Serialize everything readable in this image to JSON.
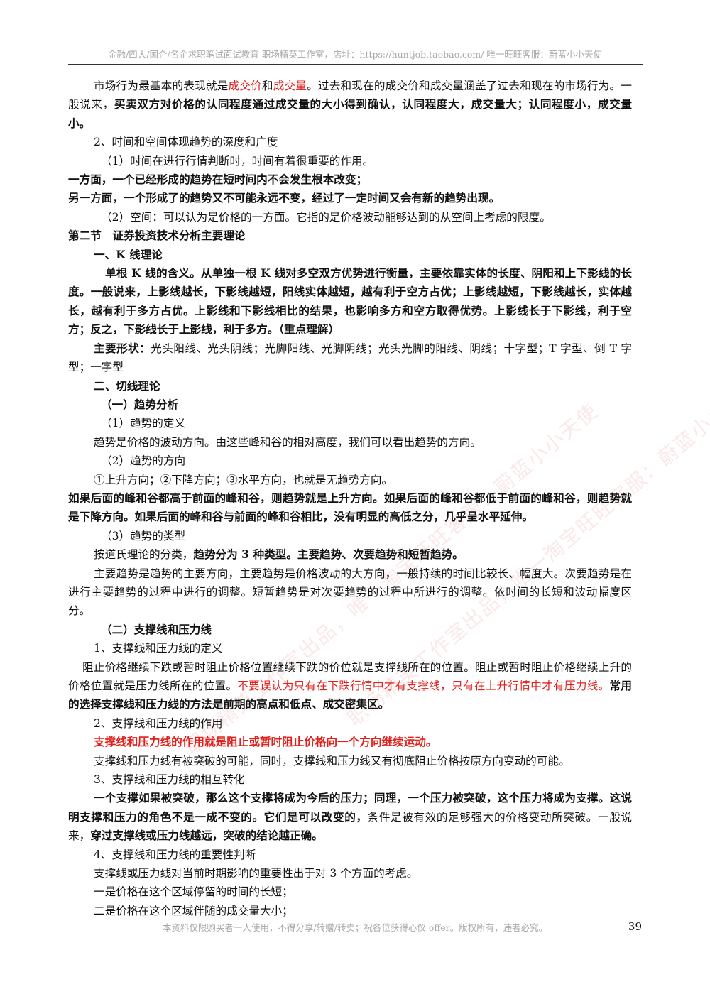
{
  "header": {
    "text": "金融/四大/国企/名企求职笔试面试教育-职场精英工作室，店址：https://huntjob.taobao.com/  唯一旺旺客服：蔚蓝小小天使"
  },
  "body": {
    "p1": {
      "a": "市场行为最基本的表现就是",
      "b": "成交价",
      "c": "和",
      "d": "成交量",
      "e": "。过去和现在的成交价和成交量涵盖了过去和现在的市场行为。一般说来，",
      "f": "买卖双方对价格的认同程度通过成交量的大小得到确认，认同程度大，成交量大；认同程度小，成交量小。"
    },
    "p2": "2、时间和空间体现趋势的深度和广度",
    "p3": "（1）时间在进行行情判断时，时间有着很重要的作用。",
    "p4": "一方面，一个已经形成的趋势在短时间内不会发生根本改变；",
    "p5": "另一方面，一个形成了的趋势又不可能永远不变，经过了一定时间又会有新的趋势出现。",
    "p6": "（2）空间：可以认为是价格的一方面。它指的是价格波动能够达到的从空间上考虑的限度。",
    "p7": "第二节　证券投资技术分析主要理论",
    "p8": "一、K 线理论",
    "p9": "单根 K 线的含义。从单独一根 K 线对多空双方优势进行衡量，主要依靠实体的长度、阴阳和上下影线的长度。一般说来，上影线越长，下影线越短，阳线实体越短，越有利于空方占优；上影线越短，下影线越长，实体越长，越有利于多方占优。上影线和下影线相比的结果，也影响多方和空方取得优势。上影线长于下影线，利于空方；反之，下影线长于上影线，利于多方。（重点理解）",
    "p10": {
      "a": "主要形状：",
      "b": "光头阳线、光头阴线；光脚阳线、光脚阴线；光头光脚的阳线、阴线；十字型；T 字型、倒 T 字型；一字型"
    },
    "p11": "二、切线理论",
    "p12": "（一）趋势分析",
    "p13": "（1）趋势的定义",
    "p14": "趋势是价格的波动方向。由这些峰和谷的相对高度，我们可以看出趋势的方向。",
    "p15": "（2）趋势的方向",
    "p16": "①上升方向；②下降方向；③水平方向，也就是无趋势方向。",
    "p17": "如果后面的峰和谷都高于前面的峰和谷，则趋势就是上升方向。如果后面的峰和谷都低于前面的峰和谷，则趋势就是下降方向。如果后面的峰和谷与前面的峰和谷相比，没有明显的高低之分，几乎呈水平延伸。",
    "p18": "（3）趋势的类型",
    "p19": {
      "a": "按道氏理论的分类，",
      "b": "趋势分为 3 种类型。主要趋势、次要趋势和短暂趋势。"
    },
    "p20": "主要趋势是趋势的主要方向，主要趋势是价格波动的大方向，一般持续的时间比较长、幅度大。次要趋势是在进行主要趋势的过程中进行的调整。短暂趋势是对次要趋势的过程中所进行的调整。依时间的长短和波动幅度区分。",
    "p21": "（二）支撑线和压力线",
    "p22": "1、支撑线和压力线的定义",
    "p23": {
      "a": "阻止价格继续下跌或暂时阻止价格位置继续下跌的价位就是支撑线所在的位置。阻止或暂时阻止价格继续上升的价格位置就是压力线所在的位置。",
      "b": "不要误认为只有在下跌行情中才有支撑线，只有在上升行情中才有压力线。",
      "c": "常用的选择支撑线和压力线的方法是前期的高点和低点、成交密集区。"
    },
    "p24": "2、支撑线和压力线的作用",
    "p25": "支撑线和压力线的作用就是阻止或暂时阻止价格向一个方向继续运动。",
    "p26": "支撑线和压力线有被突破的可能，同时，支撑线和压力线又有彻底阻止价格按原方向变动的可能。",
    "p27": "3、支撑线和压力线的相互转化",
    "p28": {
      "a": "一个支撑如果被突破，那么这个支撑将成为今后的压力；同理，一个压力被突破，这个压力将成为支撑。这说明支撑和压力的角色不是一成不变的。它们是可以改变的，",
      "b": "条件是被有效的足够强大的价格变动所突破。一般说来，",
      "c": "穿过支撑线或压力线越远，突破的结论越正确。"
    },
    "p29": "4、支撑线和压力线的重要性判断",
    "p30": "支撑线或压力线对当前时期影响的重要性出于对 3 个方面的考虑。",
    "p31": "一是价格在这个区域停留的时间的长短；",
    "p32": "二是价格在这个区域伴随的成交量大小；"
  },
  "footer": {
    "text": "本资料仅限购买者一人使用，不得分享/转赠/转卖；祝各位获得心仪 offer。版权所有，违者必究。"
  },
  "page_number": "39",
  "watermarks": [
    "职场精英工作室出品，唯一淘宝旺旺客服：蔚蓝小小天使",
    "职场精英工作室出品，唯一淘宝旺旺客服：蔚蓝小小天使"
  ],
  "colors": {
    "accent_red": "#e0201b",
    "header_gray": "#a8a8a8"
  }
}
